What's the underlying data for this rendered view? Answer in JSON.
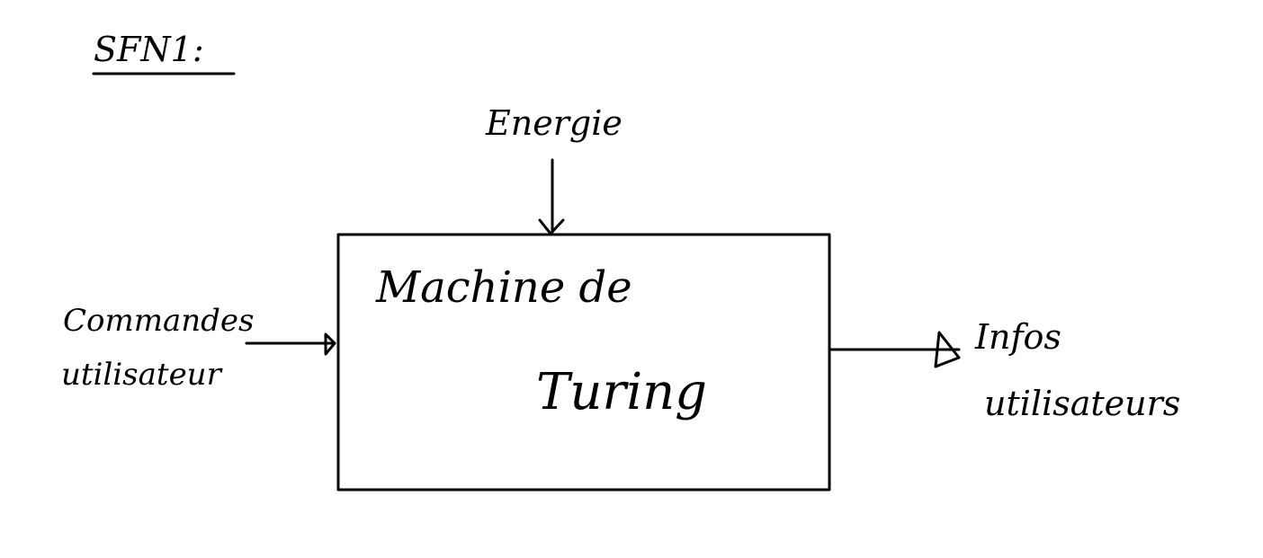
{
  "title": "SFN1:",
  "inputs": {
    "top": "Energie",
    "left_line1": "Commandes",
    "left_line2": "utilisateur"
  },
  "block": {
    "line1": "Machine de",
    "line2": "Turing"
  },
  "outputs": {
    "right_line1": "Infos",
    "right_line2": "utilisateurs"
  }
}
